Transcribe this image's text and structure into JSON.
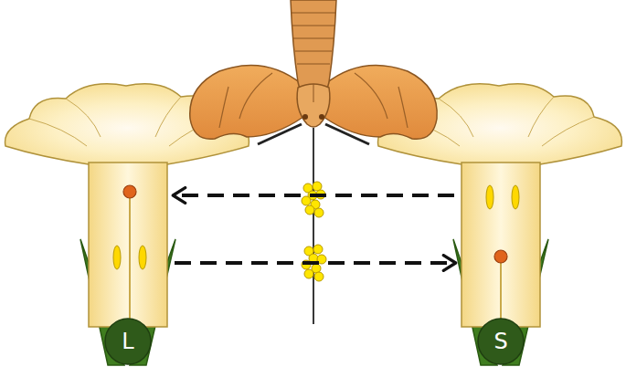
{
  "diagram": {
    "nodes": [
      {
        "text": [
          "L"
        ]
      },
      {
        "text": [
          "S"
        ]
      }
    ],
    "edges": [
      {
        "from": 1,
        "to": 0,
        "arrow": "to"
      },
      {
        "from": 0,
        "to": 1,
        "arrow": "to"
      }
    ]
  }
}
